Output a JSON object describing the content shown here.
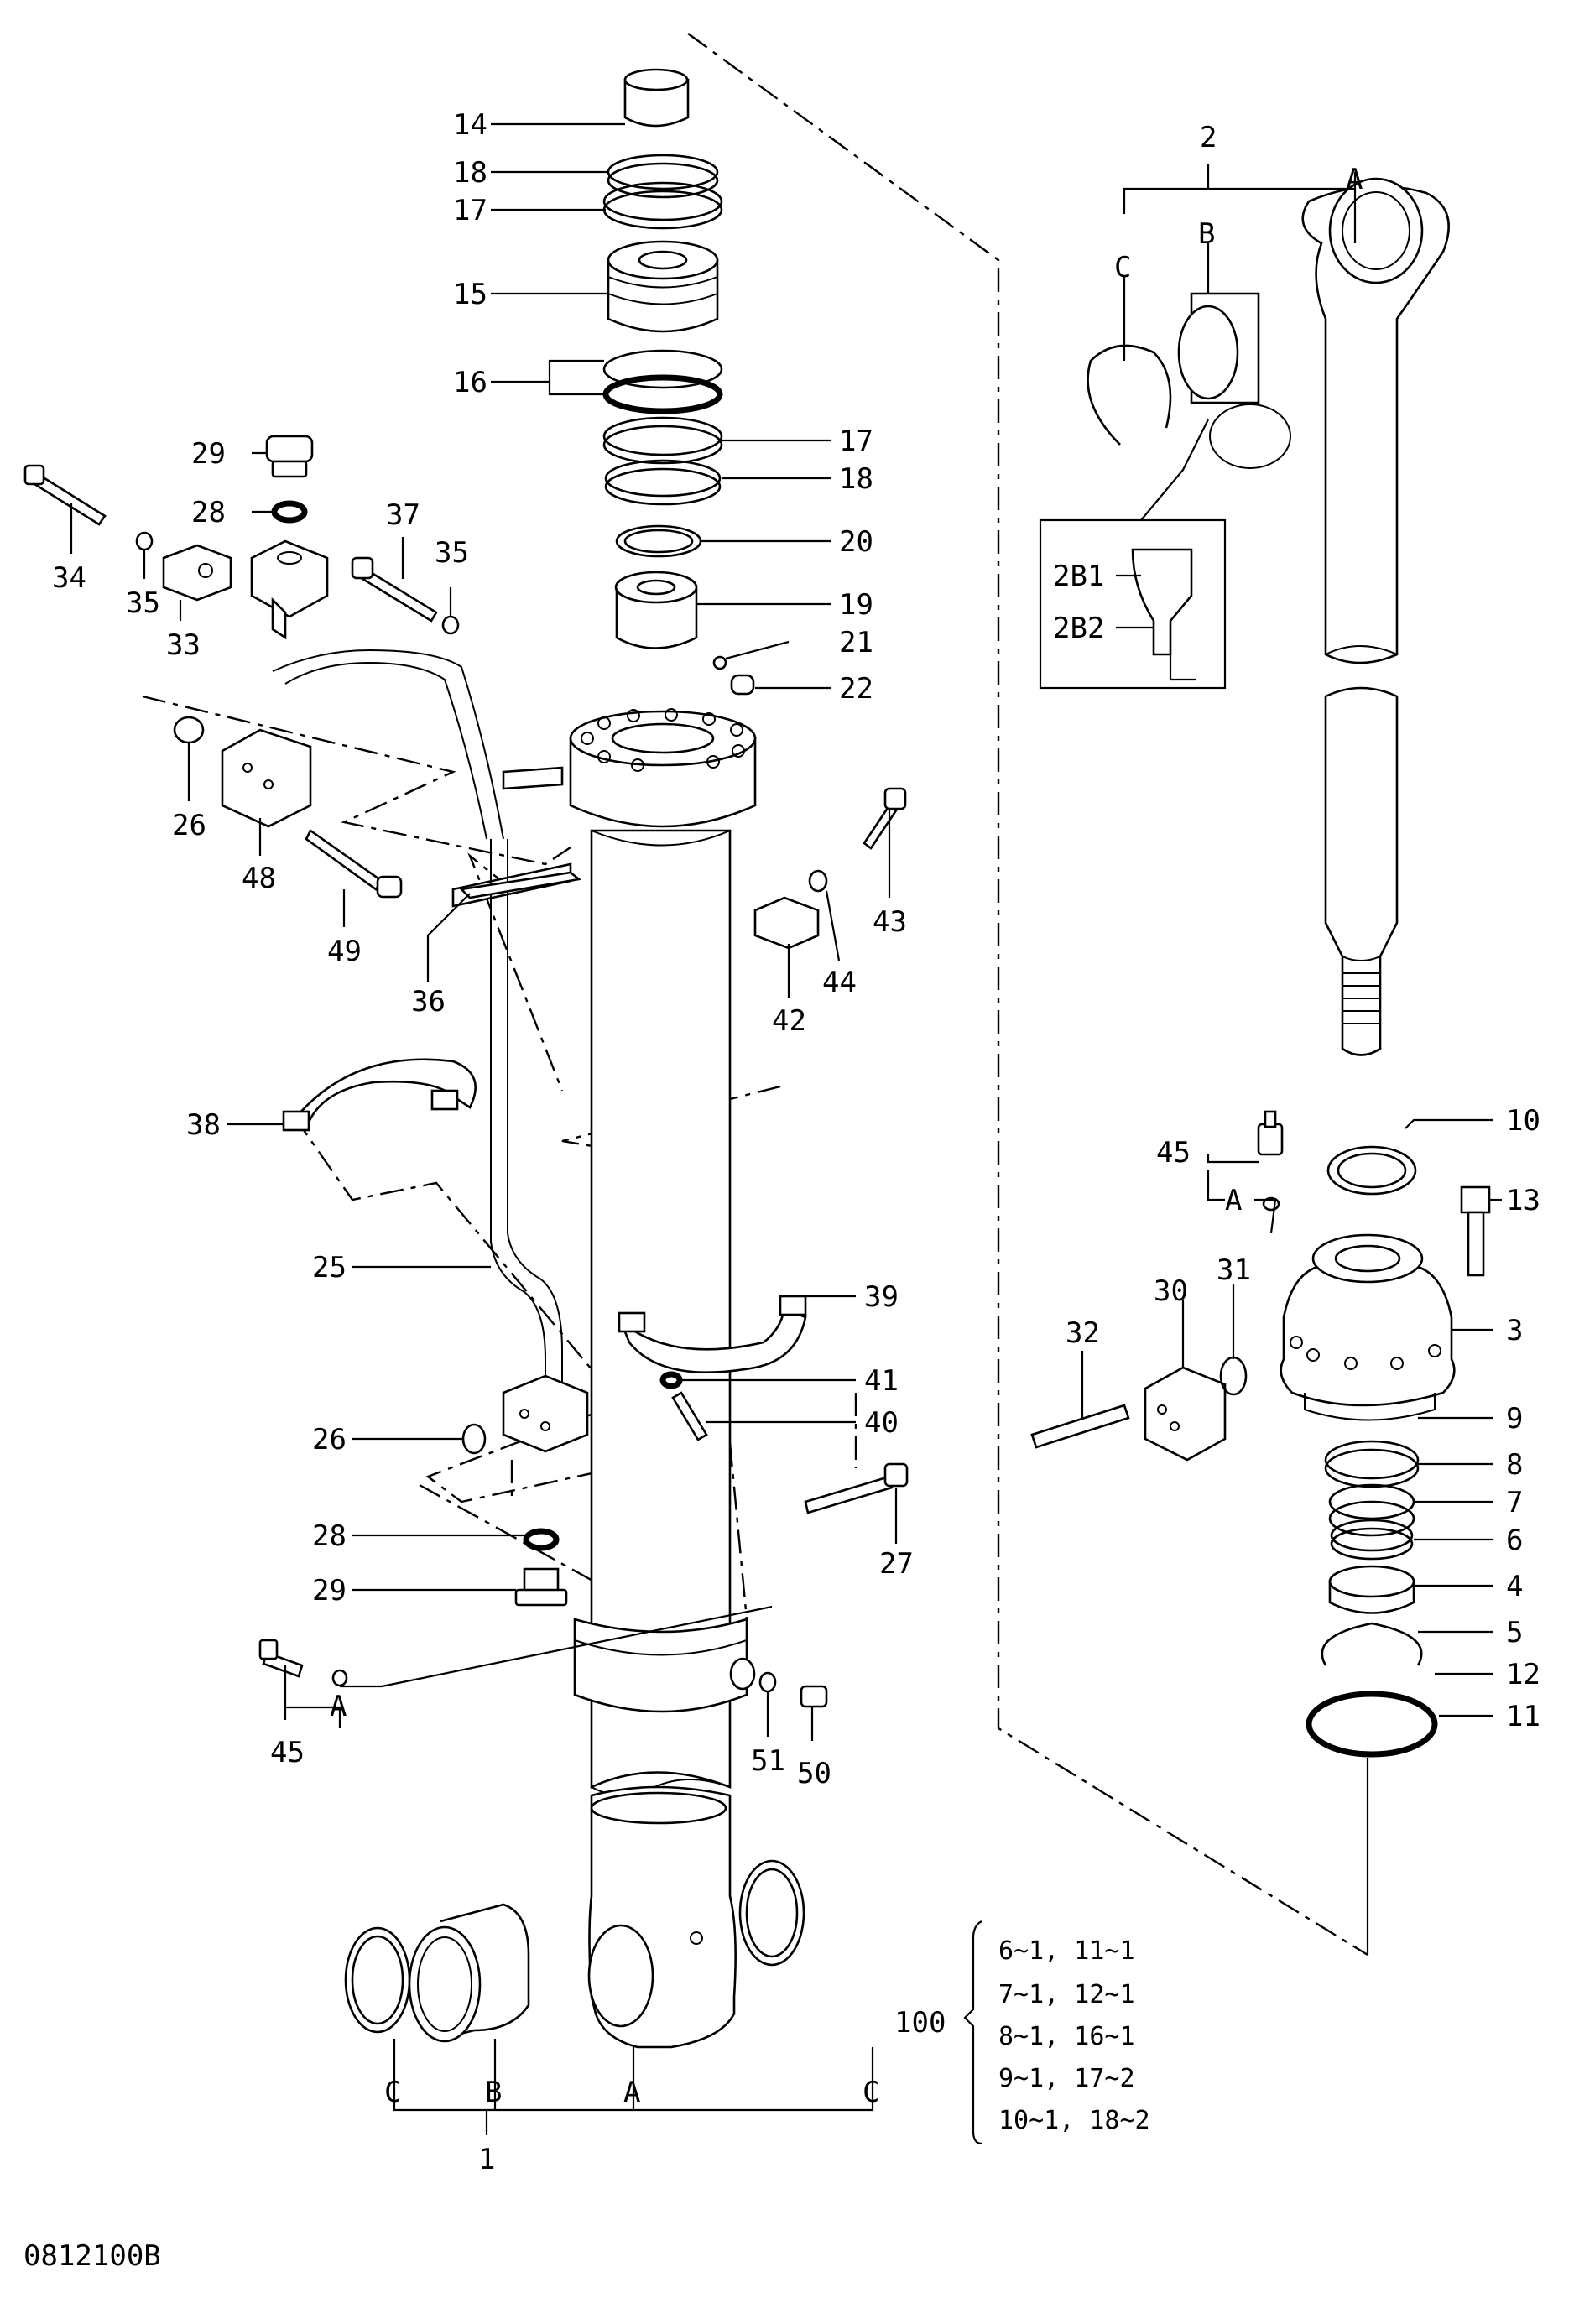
{
  "drawing_id": "0812100B",
  "parts": {
    "p1": "1",
    "p2": "2",
    "p3": "3",
    "p4": "4",
    "p5": "5",
    "p6": "6",
    "p7": "7",
    "p8": "8",
    "p9": "9",
    "p10": "10",
    "p11": "11",
    "p12": "12",
    "p13": "13",
    "p14": "14",
    "p15": "15",
    "p16": "16",
    "p17a": "17",
    "p17b": "17",
    "p18a": "18",
    "p18b": "18",
    "p19": "19",
    "p20": "20",
    "p21": "21",
    "p22": "22",
    "p25": "25",
    "p26a": "26",
    "p26b": "26",
    "p27": "27",
    "p28a": "28",
    "p28b": "28",
    "p29a": "29",
    "p29b": "29",
    "p30": "30",
    "p31": "31",
    "p32": "32",
    "p33": "33",
    "p34": "34",
    "p35a": "35",
    "p35b": "35",
    "p36": "36",
    "p37": "37",
    "p38": "38",
    "p39": "39",
    "p40": "40",
    "p41": "41",
    "p42": "42",
    "p43": "43",
    "p44": "44",
    "p45a": "45",
    "p45b": "45",
    "p48": "48",
    "p49": "49",
    "p50": "50",
    "p51": "51",
    "p2B1": "2B1",
    "p2B2": "2B2"
  },
  "sub_letters": {
    "top_A": "A",
    "top_B": "B",
    "top_C": "C",
    "bot_A": "A",
    "bot_B": "B",
    "bot_C1": "C",
    "bot_C2": "C",
    "fit_A1": "A",
    "fit_A2": "A"
  },
  "kit": {
    "number": "100",
    "lines": [
      "6~1, 11~1",
      "7~1, 12~1",
      "8~1, 16~1",
      "9~1, 17~2",
      "10~1, 18~2"
    ]
  }
}
